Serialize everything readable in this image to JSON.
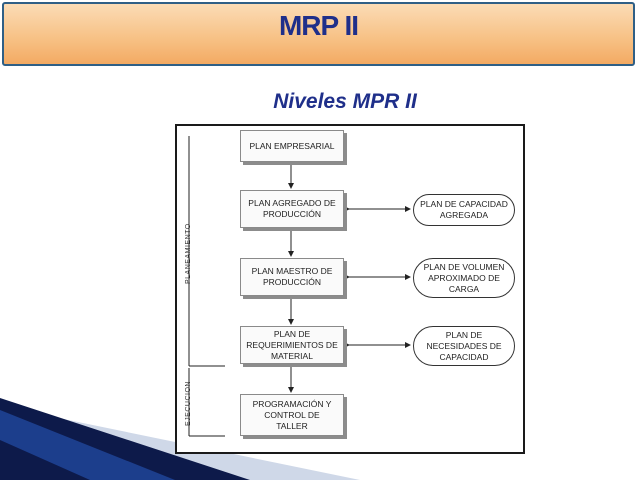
{
  "header": {
    "title": "MRP II"
  },
  "subtitle": "Niveles MPR II",
  "diagram": {
    "side_labels": {
      "planning": "PLANEAMIENTO",
      "execution": "EJECUCION"
    },
    "boxes": [
      "PLAN EMPRESARIAL",
      "PLAN  AGREGADO DE\nPRODUCCIÓN",
      "PLAN MAESTRO DE\nPRODUCCIÓN",
      "PLAN DE\nREQUERIMIENTOS DE\nMATERIAL",
      "PROGRAMACIÓN Y\nCONTROL DE\nTALLER"
    ],
    "ovals": [
      "PLAN DE CAPACIDAD\nAGREGADA",
      "PLAN DE VOLUMEN\nAPROXIMADO DE\nCARGA",
      "PLAN DE\nNECESIDADES DE\nCAPACIDAD"
    ]
  },
  "colors": {
    "title_text": "#1f2f8a",
    "title_border": "#2f5f86",
    "title_fill": "#f7c083",
    "decor_navy": "#0d1a4a"
  }
}
